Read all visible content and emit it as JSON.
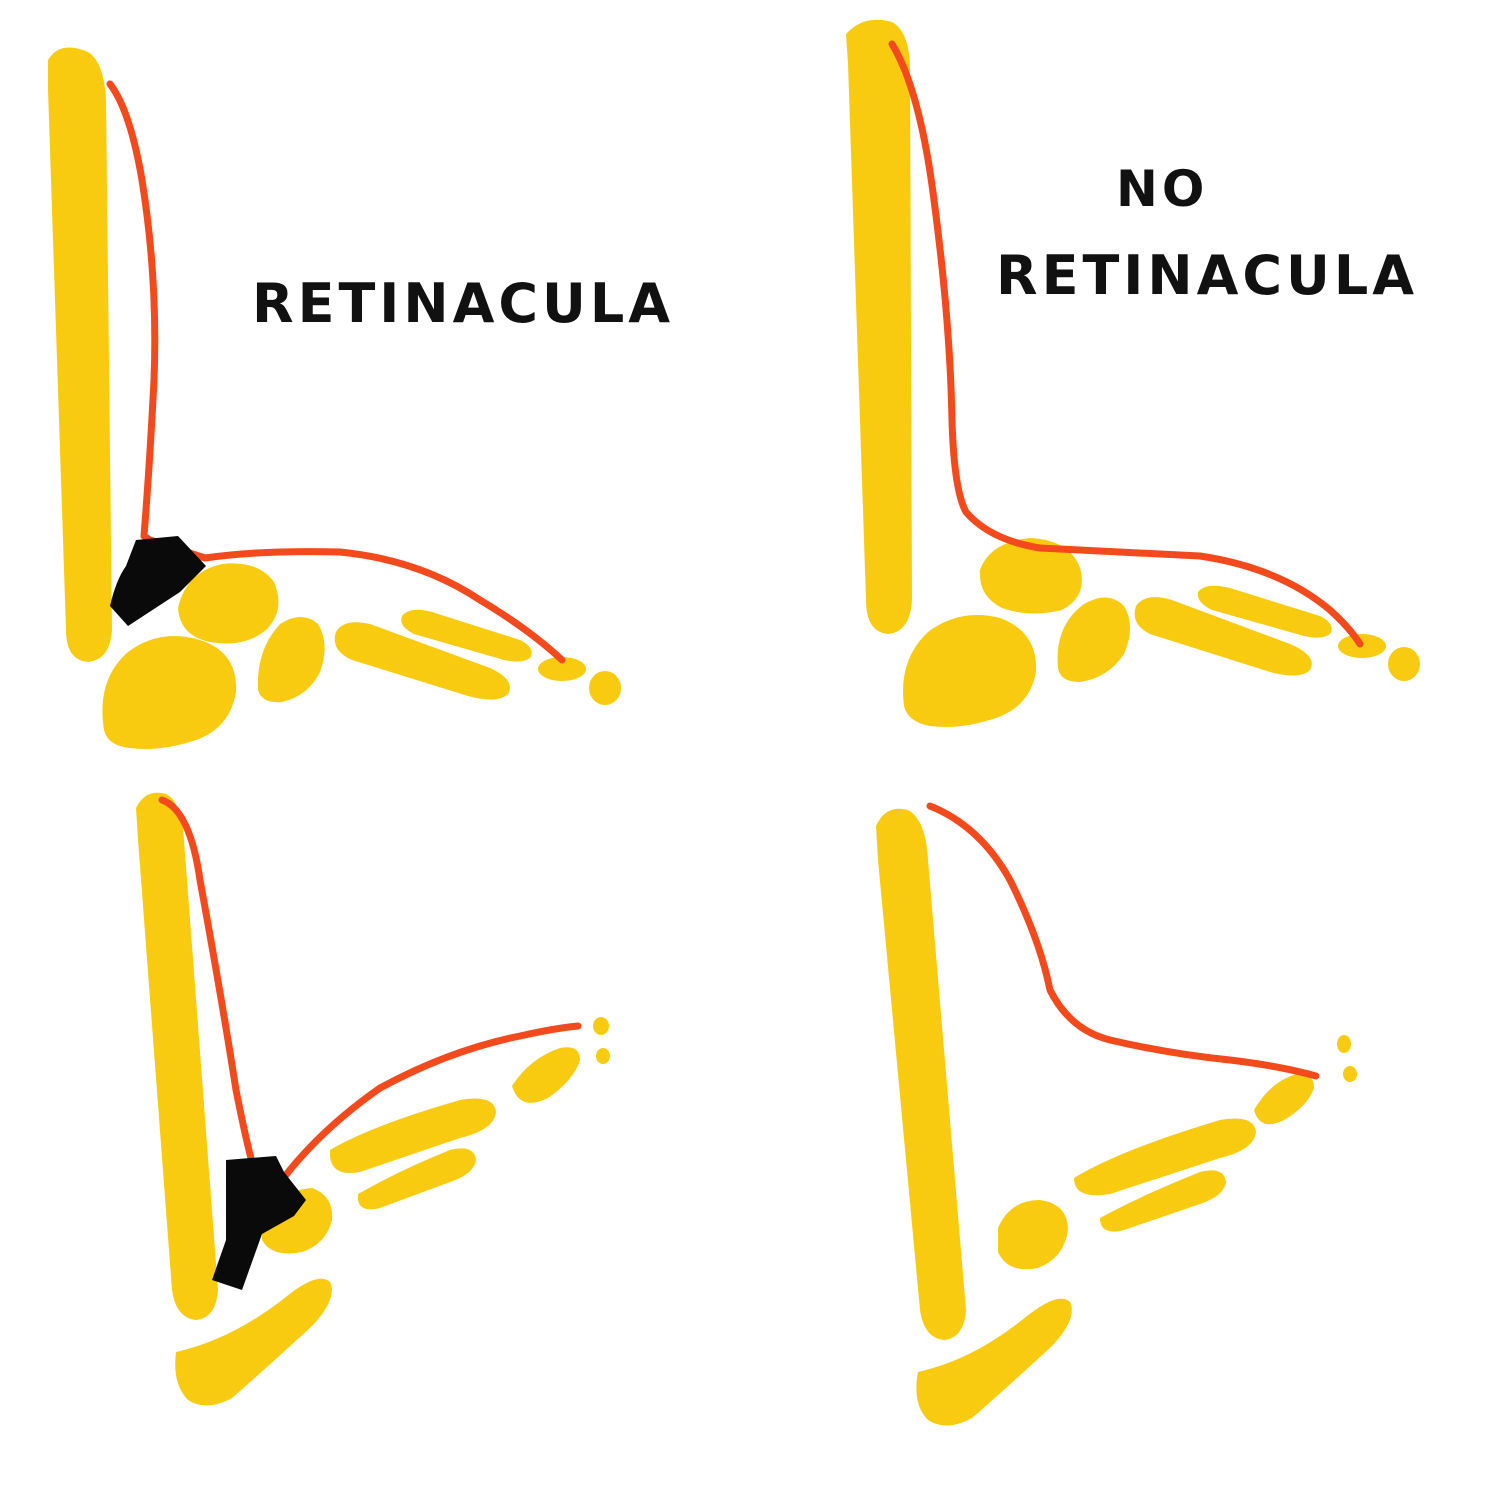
{
  "panels": {
    "top_left": {
      "label": "RETINACULA"
    },
    "top_right": {
      "label_line1": "NO",
      "label_line2": "RETINACULA"
    },
    "bottom_left": {},
    "bottom_right": {}
  },
  "colors": {
    "bone": "#F9CB10",
    "tendon": "#F24A1C",
    "retinaculum": "#0A0A0A",
    "background": "#FFFFFF",
    "text": "#111111"
  }
}
